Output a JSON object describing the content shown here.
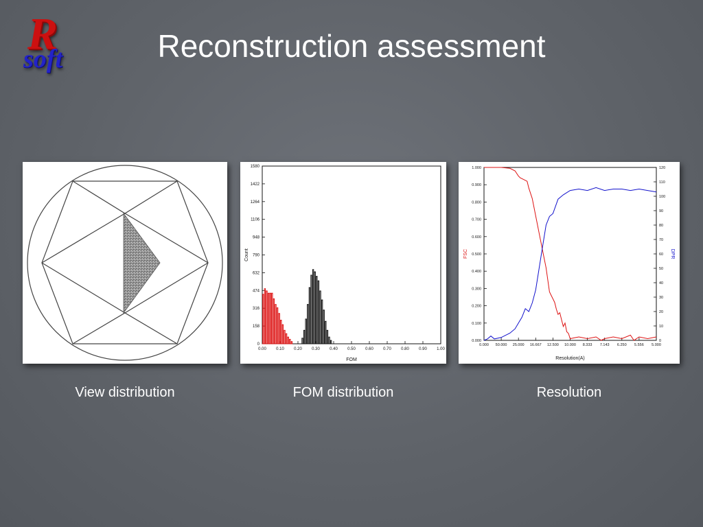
{
  "slide": {
    "logo": {
      "big_letter": "R",
      "word": "soft"
    },
    "title": "Reconstruction assessment",
    "captions": [
      "View distribution",
      "FOM distribution",
      "Resolution"
    ]
  },
  "colors": {
    "red": "#dd1111",
    "blue": "#1111cc",
    "black": "#111111"
  },
  "chart_data": [
    {
      "type": "diagram",
      "caption": "View distribution"
    },
    {
      "type": "bar",
      "caption": "FOM distribution",
      "xlabel": "FOM",
      "ylabel": "Count",
      "xlim": [
        0.0,
        1.0
      ],
      "ylim": [
        0,
        1580
      ],
      "xticks": [
        "0.00",
        "0.10",
        "0.20",
        "0.30",
        "0.40",
        "0.50",
        "0.60",
        "0.70",
        "0.80",
        "0.90",
        "1.00"
      ],
      "yticks": [
        "0",
        "158",
        "316",
        "474",
        "632",
        "790",
        "948",
        "1106",
        "1264",
        "1422",
        "1580"
      ],
      "bin_width": 0.01,
      "series": [
        {
          "color": "red",
          "x": [
            0.0,
            0.01,
            0.02,
            0.03,
            0.04,
            0.05,
            0.06,
            0.07,
            0.08,
            0.09,
            0.1,
            0.11,
            0.12,
            0.13,
            0.14,
            0.15,
            0.16
          ],
          "values": [
            440,
            490,
            470,
            450,
            450,
            450,
            400,
            350,
            320,
            270,
            210,
            170,
            120,
            90,
            60,
            40,
            20
          ]
        },
        {
          "color": "black",
          "x": [
            0.22,
            0.23,
            0.24,
            0.25,
            0.26,
            0.27,
            0.28,
            0.29,
            0.3,
            0.31,
            0.32,
            0.33,
            0.34,
            0.35,
            0.36,
            0.37,
            0.38
          ],
          "values": [
            50,
            120,
            220,
            350,
            500,
            610,
            660,
            640,
            600,
            560,
            470,
            390,
            300,
            200,
            120,
            60,
            30
          ]
        }
      ]
    },
    {
      "type": "line",
      "caption": "Resolution",
      "xlabel": "Resolution(A)",
      "ylabel": "FSC",
      "y2label": "DPR",
      "xticks": [
        "0.000",
        "50.000",
        "25.000",
        "16.667",
        "12.500",
        "10.000",
        "8.333",
        "7.143",
        "6.250",
        "5.556",
        "5.000"
      ],
      "xlim": [
        0,
        10
      ],
      "ylim": [
        0,
        1
      ],
      "y2lim": [
        0,
        120
      ],
      "yticks": [
        "0.000",
        "0.100",
        "0.200",
        "0.300",
        "0.400",
        "0.500",
        "0.600",
        "0.700",
        "0.800",
        "0.900",
        "1.000"
      ],
      "y2ticks": [
        "0",
        "10",
        "20",
        "30",
        "40",
        "50",
        "60",
        "70",
        "80",
        "90",
        "100",
        "110",
        "120"
      ],
      "series": [
        {
          "name": "FSC",
          "color": "red",
          "axis": "left",
          "x": [
            0,
            0.5,
            1,
            1.5,
            1.8,
            2,
            2.1,
            2.3,
            2.5,
            2.6,
            2.8,
            3.0,
            3.2,
            3.4,
            3.6,
            3.7,
            3.8,
            3.9,
            4.0,
            4.1,
            4.2,
            4.3,
            4.4,
            4.5,
            4.6,
            4.7,
            4.8,
            4.9,
            5.0,
            5.5,
            6.0,
            6.5,
            6.8,
            7.0,
            7.5,
            8.0,
            8.5,
            8.7,
            9.0,
            9.5,
            10
          ],
          "values": [
            1.0,
            1.0,
            1.0,
            0.995,
            0.98,
            0.95,
            0.94,
            0.93,
            0.92,
            0.88,
            0.82,
            0.72,
            0.62,
            0.52,
            0.42,
            0.35,
            0.28,
            0.26,
            0.24,
            0.22,
            0.18,
            0.15,
            0.16,
            0.12,
            0.08,
            0.1,
            0.05,
            0.04,
            0.01,
            0.02,
            0.01,
            0.02,
            0.0,
            0.01,
            0.02,
            0.01,
            0.03,
            0.0,
            0.02,
            0.01,
            0.02
          ]
        },
        {
          "name": "DPR",
          "color": "blue",
          "axis": "right",
          "x": [
            0,
            0.2,
            0.4,
            0.6,
            1.0,
            1.5,
            1.8,
            2.0,
            2.2,
            2.4,
            2.6,
            2.8,
            3.0,
            3.2,
            3.4,
            3.6,
            3.8,
            4.0,
            4.3,
            4.6,
            5.0,
            5.5,
            6.0,
            6.5,
            7.0,
            7.5,
            8.0,
            8.5,
            9.0,
            9.5,
            10
          ],
          "values": [
            0,
            1,
            3,
            1,
            2,
            5,
            8,
            12,
            16,
            22,
            20,
            26,
            35,
            50,
            65,
            80,
            86,
            88,
            98,
            101,
            104,
            105,
            104,
            106,
            104,
            105,
            105,
            104,
            105,
            104,
            103
          ]
        }
      ]
    }
  ]
}
